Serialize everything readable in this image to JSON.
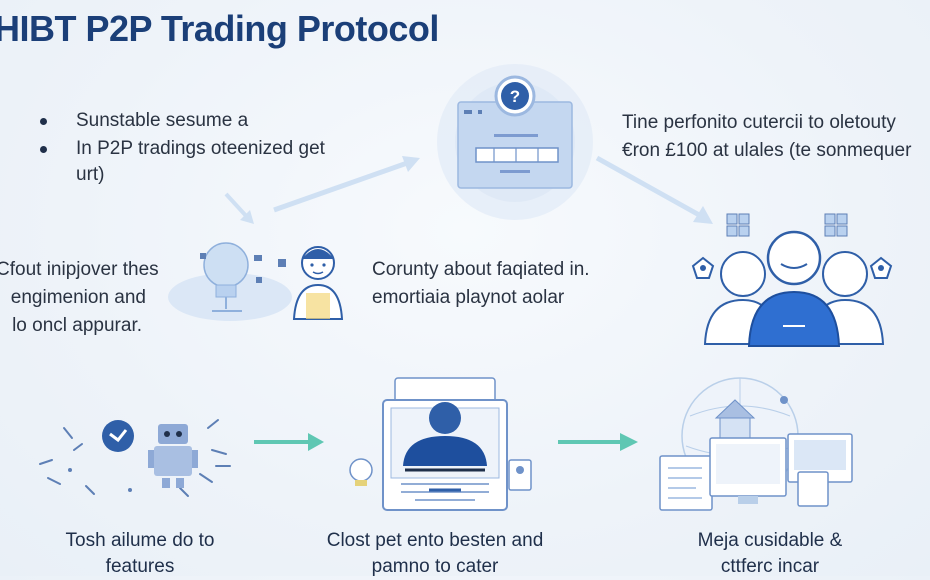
{
  "title": "HIBT P2P Trading Protocol",
  "bullets": [
    "Sunstable sesume a",
    "In P2P tradings oteenized get urt)"
  ],
  "right_note": [
    "Tine perfonito cutercii to oletouty",
    "€ron £100 at ulales (te sonmequer"
  ],
  "left_note": [
    "Cfout inipjover thes",
    "engimenion and",
    "lo oncl appurar."
  ],
  "center_note": [
    "Corunty about faqiated in.",
    "emortiaia playnot aolar"
  ],
  "captions": {
    "left": [
      "Tosh ailume do to",
      "features"
    ],
    "center": [
      "Clost pet ento besten and",
      "pamno to cater"
    ],
    "right": [
      "Meja cusidable &",
      "cttferc incar"
    ]
  },
  "icons": {
    "help": "question-mark-icon",
    "bot": "robot-icon",
    "person": "person-icon",
    "team": "user-group-icon",
    "laptop": "laptop-user-icon",
    "globe": "globe-network-icon",
    "arrow": "arrow-right-icon"
  },
  "colors": {
    "title": "#1b3f78",
    "accent_blue": "#2f6fd1",
    "light_blue": "#b9d1ef",
    "teal_arrow": "#5fc7b3",
    "text": "#1f2f4a"
  }
}
